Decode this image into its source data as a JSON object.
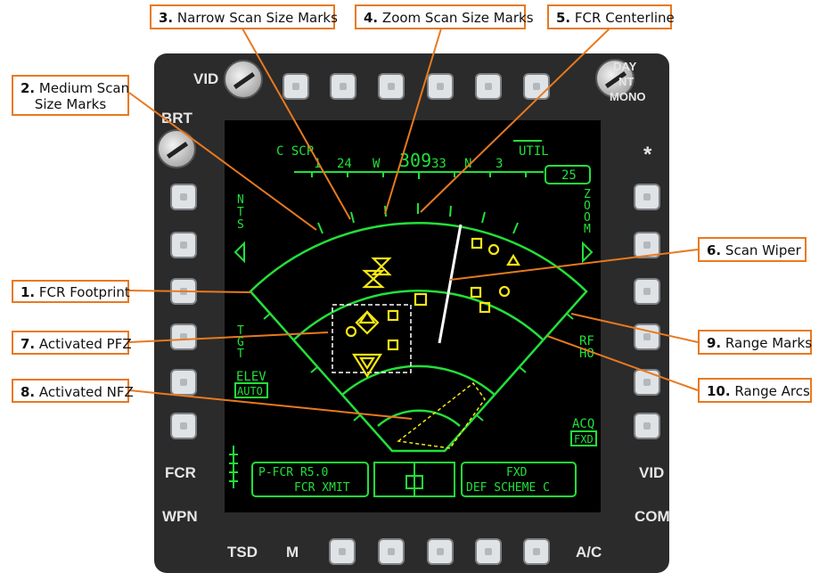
{
  "callouts": [
    {
      "num": "1.",
      "text": "FCR Footprint"
    },
    {
      "num": "2.",
      "text": "Medium Scan",
      "text2": "Size Marks"
    },
    {
      "num": "3.",
      "text": "Narrow Scan Size Marks"
    },
    {
      "num": "4.",
      "text": "Zoom Scan Size Marks"
    },
    {
      "num": "5.",
      "text": "FCR Centerline"
    },
    {
      "num": "6.",
      "text": "Scan Wiper"
    },
    {
      "num": "7.",
      "text": "Activated PFZ"
    },
    {
      "num": "8.",
      "text": "Activated NFZ"
    },
    {
      "num": "9.",
      "text": "Range Marks"
    },
    {
      "num": "10.",
      "text": "Range Arcs"
    }
  ],
  "bezel": {
    "vid_knob": "VID",
    "brt_knob": "BRT",
    "day_knob": [
      "DAY",
      "NT",
      "MONO"
    ],
    "star": "*",
    "fcr": "FCR",
    "wpn": "WPN",
    "vid": "VID",
    "com": "COM",
    "tsd": "TSD",
    "m": "M",
    "ac": "A/C"
  },
  "display": {
    "cscp": "C SCP",
    "util": "UTIL",
    "heading": "309",
    "compass": [
      "1",
      "24",
      "W",
      "33",
      "N",
      "3"
    ],
    "range_box": "25",
    "nts": "NTS",
    "zoom": "ZOOM",
    "tgt": "TGT",
    "elev": "ELEV",
    "auto": "AUTO",
    "rfho": [
      "RF",
      "HO"
    ],
    "acq": "ACQ",
    "fxd": "FXD",
    "status_left": [
      "P-FCR  R5.0",
      "FCR XMIT"
    ],
    "status_right": [
      "FXD",
      "DEF SCHEME C"
    ]
  },
  "colors": {
    "accent": "#e8791f",
    "symbology": "#22e03a",
    "targets": "#f5e616"
  }
}
